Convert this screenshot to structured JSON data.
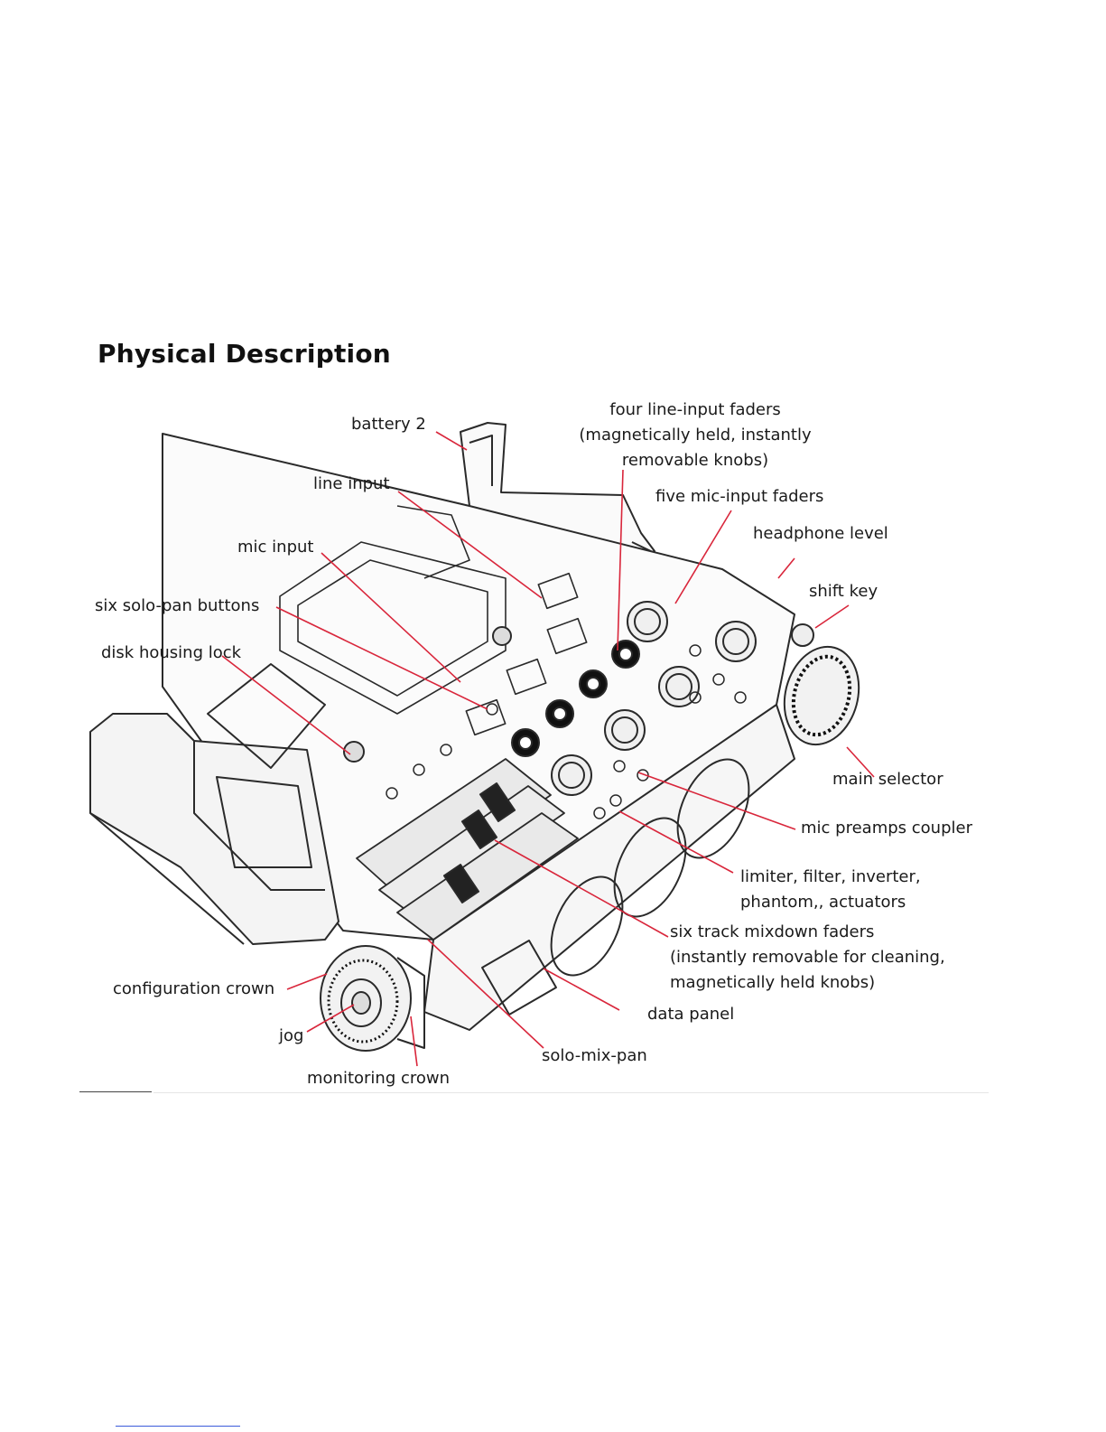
{
  "heading": "Physical Description",
  "labels": {
    "battery_2": "battery 2",
    "line_input_faders": [
      "four line-input faders",
      "(magnetically held, instantly",
      "removable knobs)"
    ],
    "five_mic_input_faders": "five mic-input faders",
    "line_input": "line input",
    "headphone_level": "headphone level",
    "mic_input": "mic input",
    "shift_key": "shift key",
    "six_solo_pan_buttons": "six solo-pan buttons",
    "disk_housing_lock": "disk housing lock",
    "main_selector": "main selector",
    "mic_preamps_coupler": "mic preamps coupler",
    "limiter": [
      "limiter, filter, inverter,",
      "phantom,, actuators"
    ],
    "six_track_mixdown": [
      "six track mixdown faders",
      "(instantly removable for cleaning,",
      "magnetically held knobs)"
    ],
    "configuration_crown": "configuration crown",
    "data_panel": "data panel",
    "jog": "jog",
    "solo_mix_pan": "solo-mix-pan",
    "monitoring_crown": "monitoring crown"
  },
  "colors": {
    "leader": "#d9263b",
    "outline": "#2a2a2a",
    "text": "#1a1a1a"
  }
}
